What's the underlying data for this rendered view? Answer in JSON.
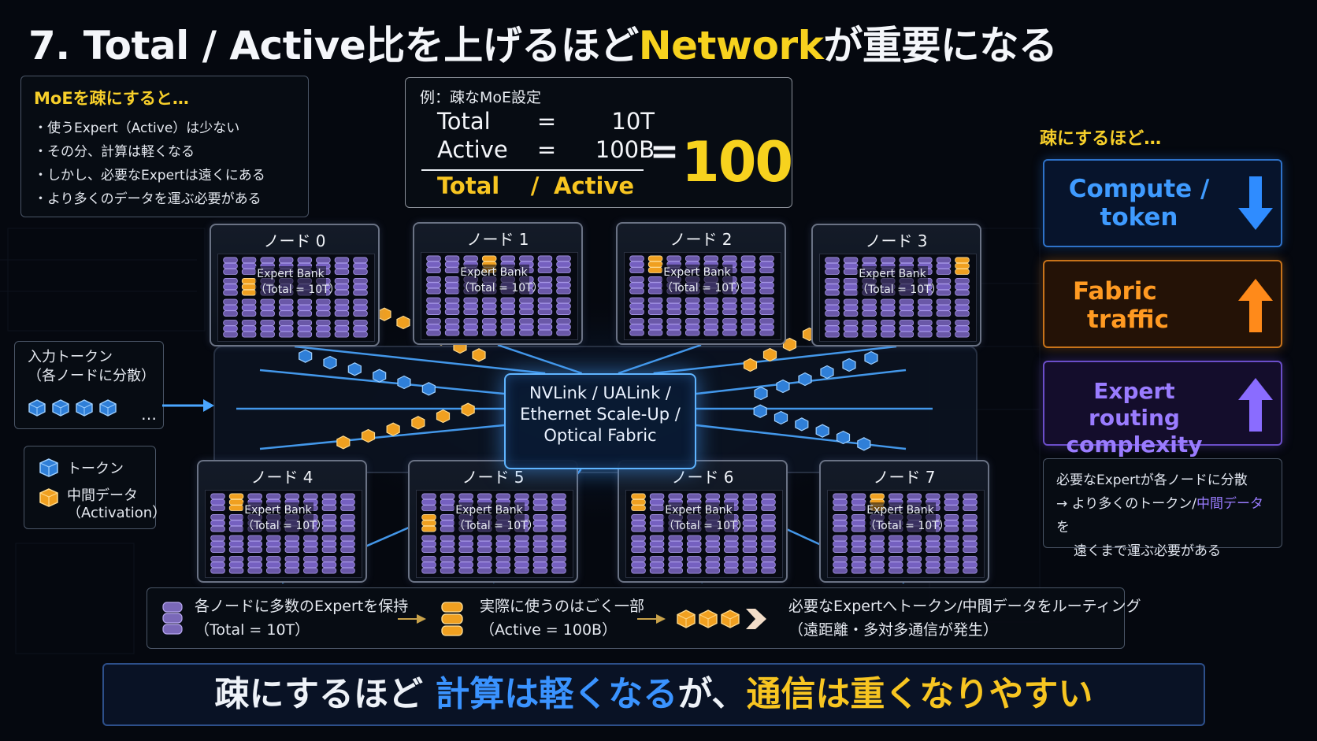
{
  "title": {
    "prefix": "7. Total / Active比を上げるほど",
    "highlight": "Network",
    "suffix": "が重要になる"
  },
  "moe_panel": {
    "heading": "MoEを疎にすると…",
    "items": [
      "・使うExpert（Active）は少ない",
      "・その分、計算は軽くなる",
      "・しかし、必要なExpertは遠くにある",
      "・より多くのデータを運ぶ必要がある"
    ]
  },
  "example": {
    "heading": "例：疎なMoE設定",
    "total_label": "Total",
    "total_eq": "=",
    "total_value": "10T",
    "active_label": "Active",
    "active_eq": "=",
    "active_value": "100B",
    "ratio_num": "Total",
    "ratio_slash": "/",
    "ratio_den": "Active",
    "result_eq": "=",
    "result": "100"
  },
  "right": {
    "heading": "疎にするほど…",
    "compute": {
      "line1": "Compute /",
      "line2": "token",
      "trend": "down"
    },
    "fabric": {
      "line1": "Fabric",
      "line2": "traffic",
      "trend": "up"
    },
    "routing": {
      "line1": "Expert routing",
      "line2": "complexity",
      "trend": "up"
    },
    "note": {
      "line1": "必要なExpertが各ノードに分散",
      "line2_pre": "→ より多くのトークン/",
      "line2_hl": "中間データ",
      "line2_post": "を",
      "line3": "遠くまで運ぶ必要がある"
    }
  },
  "input": {
    "line1": "入力トークン",
    "line2": "（各ノードに分散）",
    "more": "…"
  },
  "legend": {
    "token": "トークン",
    "activation1": "中間データ",
    "activation2": "（Activation）"
  },
  "fabric": {
    "line1": "NVLink / UALink /",
    "line2": "Ethernet Scale-Up /",
    "line3": "Optical Fabric"
  },
  "nodes": [
    {
      "title": "ノード 0",
      "bank": "Expert Bank",
      "total": "（Total = 10T）"
    },
    {
      "title": "ノード 1",
      "bank": "Expert Bank",
      "total": "（Total = 10T）"
    },
    {
      "title": "ノード 2",
      "bank": "Expert Bank",
      "total": "（Total = 10T）"
    },
    {
      "title": "ノード 3",
      "bank": "Expert Bank",
      "total": "（Total = 10T）"
    },
    {
      "title": "ノード 4",
      "bank": "Expert Bank",
      "total": "（Total = 10T）"
    },
    {
      "title": "ノード 5",
      "bank": "Expert Bank",
      "total": "（Total = 10T）"
    },
    {
      "title": "ノード 6",
      "bank": "Expert Bank",
      "total": "（Total = 10T）"
    },
    {
      "title": "ノード 7",
      "bank": "Expert Bank",
      "total": "（Total = 10T）"
    }
  ],
  "flow": {
    "step1_line1": "各ノードに多数のExpertを保持",
    "step1_line2": "（Total = 10T）",
    "step2_line1": "実際に使うのはごく一部",
    "step2_line2": "（Active = 100B）",
    "step3_line1": "必要なExpertへトークン/中間データをルーティング",
    "step3_line2": "（遠距離・多対多通信が発生）"
  },
  "bottom": {
    "part1": "疎にするほど ",
    "part2": "計算は軽くなる",
    "part3": "が、",
    "part4": "通信は重くなりやすい"
  },
  "colors": {
    "accent_yellow": "#f7d21e",
    "compute_blue": "#3f9bff",
    "traffic_orange": "#ff9a22",
    "routing_purple": "#9a7cff",
    "fabric_cyan": "#5fb4ff"
  },
  "icons": {
    "expert": "expert-disk-icon",
    "active_expert": "active-expert-icon",
    "token": "token-cube-icon",
    "activation": "activation-cube-icon"
  }
}
